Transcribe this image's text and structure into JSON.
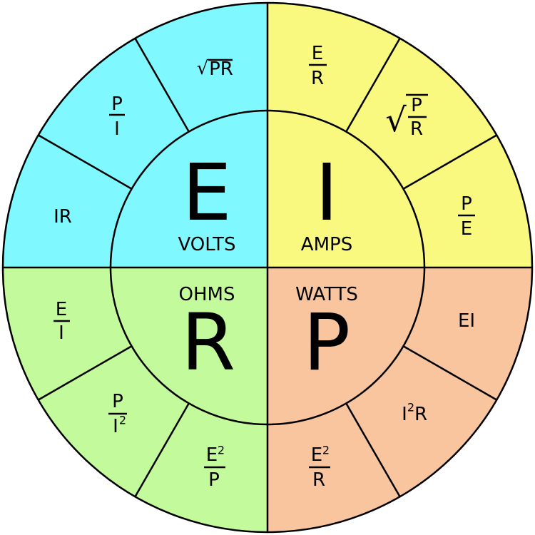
{
  "colors": {
    "volts": "#7ff9ff",
    "amps": "#f9f97f",
    "ohms": "#c3fa9b",
    "watts": "#f8c59f",
    "line": "#000000"
  },
  "quadrants": {
    "volts": {
      "symbol": "E",
      "unit": "VOLTS"
    },
    "amps": {
      "symbol": "I",
      "unit": "AMPS"
    },
    "ohms": {
      "symbol": "R",
      "unit": "OHMS"
    },
    "watts": {
      "symbol": "P",
      "unit": "WATTS"
    }
  },
  "formulas": {
    "volts": {
      "sqrt_pr": {
        "radical": "√",
        "body": "PR"
      },
      "p_over_i": {
        "num": "P",
        "den": "I"
      },
      "ir": {
        "text": "IR"
      }
    },
    "amps": {
      "e_over_r": {
        "num": "E",
        "den": "R"
      },
      "sqrt_p_over_r": {
        "radical": "√",
        "num": "P",
        "den": "R"
      },
      "p_over_e": {
        "num": "P",
        "den": "E"
      }
    },
    "ohms": {
      "e_over_i": {
        "num": "E",
        "den": "I"
      },
      "p_over_i2": {
        "num": "P",
        "den": "I",
        "den_sup": "2"
      },
      "e2_over_p": {
        "num": "E",
        "num_sup": "2",
        "den": "P"
      }
    },
    "watts": {
      "ei": {
        "text": "EI"
      },
      "i2r": {
        "pre": "I",
        "sup": "2",
        "post": "R"
      },
      "e2_over_r": {
        "num": "E",
        "num_sup": "2",
        "den": "R"
      }
    }
  }
}
